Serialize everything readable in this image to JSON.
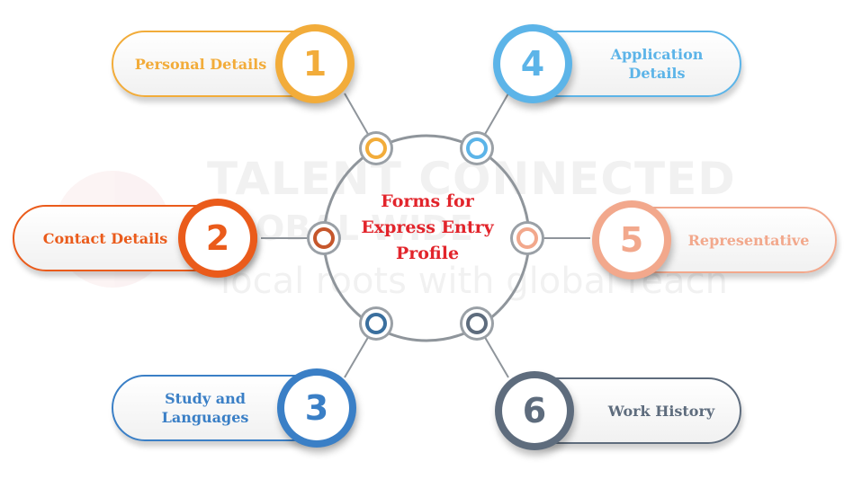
{
  "watermark": {
    "line1": "TALENT CONNECTED",
    "line2": "GLOBAL WIDE",
    "line3": "local roots with global reach"
  },
  "center": {
    "lines": [
      "Forms for",
      "Express Entry",
      "Profile"
    ],
    "color": "#e2242b"
  },
  "items": [
    {
      "number": "1",
      "label_lines": [
        "Personal Details"
      ],
      "color": "#f2ac3a"
    },
    {
      "number": "2",
      "label_lines": [
        "Contact Details"
      ],
      "color": "#ea5b1b"
    },
    {
      "number": "3",
      "label_lines": [
        "Study and",
        "Languages"
      ],
      "color": "#3a7fc6"
    },
    {
      "number": "4",
      "label_lines": [
        "Application",
        "Details"
      ],
      "color": "#5cb4e8"
    },
    {
      "number": "5",
      "label_lines": [
        "Representative"
      ],
      "color": "#f2a88c"
    },
    {
      "number": "6",
      "label_lines": [
        "Work History"
      ],
      "color": "#5e6c7d"
    }
  ],
  "node_colors": {
    "top_left": "#f2ac3a",
    "top_right": "#5cb4e8",
    "left": "#c6572c",
    "right": "#f2a88c",
    "bottom_left": "#3a6f9e",
    "bottom_right": "#5e6c7d"
  }
}
